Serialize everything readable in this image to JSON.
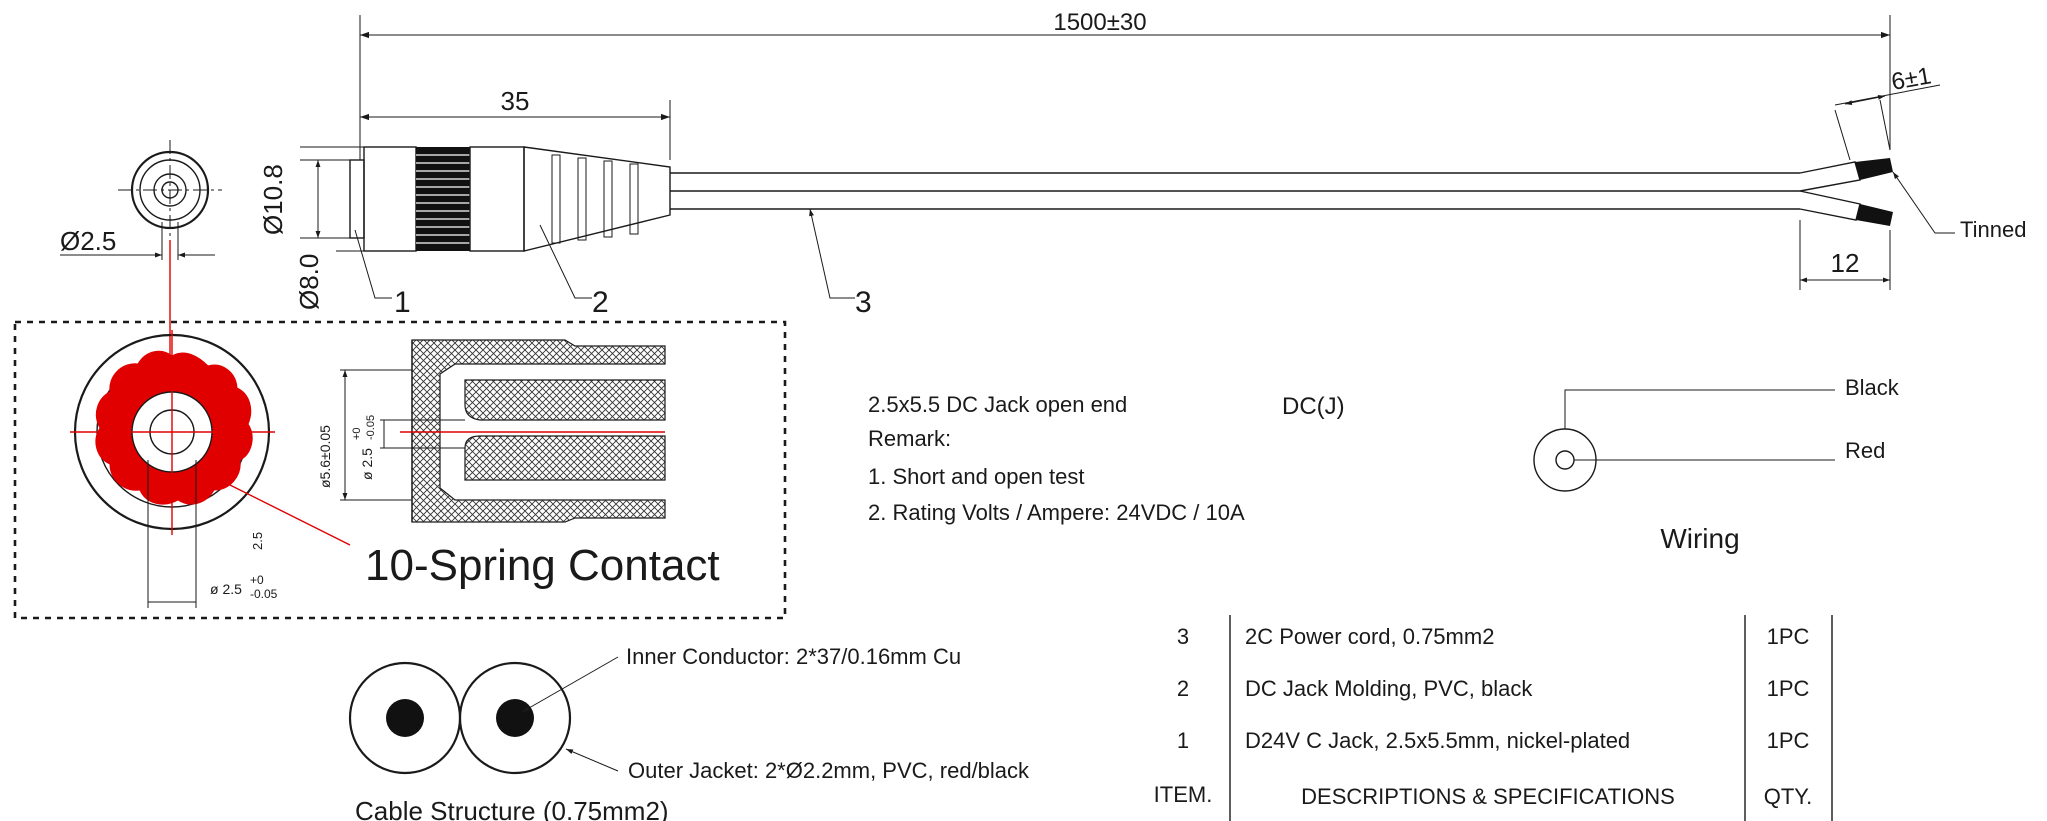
{
  "dimensions": {
    "overall_length": "1500±30",
    "jack_length": "35",
    "jack_diameter": "Ø10.8",
    "tip_diameter": "Ø8.0",
    "pin_diameter": "Ø2.5",
    "strip_length": "6±1",
    "split_length": "12",
    "tinned_label": "Tinned"
  },
  "callouts": {
    "c1": "1",
    "c2": "2",
    "c3": "3"
  },
  "detail": {
    "title": "10-Spring Contact",
    "outer_diameter": "ø5.6±0.05",
    "inner_diameter_main": "ø 2.5",
    "tol_upper": "+0",
    "tol_lower": "-0.05",
    "side_dim": "2.5",
    "bottom_dim_main": "ø 2.5",
    "bottom_tol_upper": "+0",
    "bottom_tol_lower": "-0.05"
  },
  "notes": {
    "line1": "2.5x5.5 DC Jack open end",
    "tag": "DC(J)",
    "line2": "Remark:",
    "line3": "1. Short and open test",
    "line4": "2. Rating Volts / Ampere: 24VDC / 10A"
  },
  "wiring": {
    "title": "Wiring",
    "wire1": "Black",
    "wire2": "Red"
  },
  "cable": {
    "title": "Cable Structure (0.75mm2)",
    "inner": "Inner Conductor: 2*37/0.16mm Cu",
    "outer": "Outer Jacket: 2*Ø2.2mm, PVC, red/black"
  },
  "bom": {
    "rows": [
      {
        "item": "3",
        "desc": "2C Power cord, 0.75mm2",
        "qty": "1PC"
      },
      {
        "item": "2",
        "desc": "DC Jack Molding, PVC, black",
        "qty": "1PC"
      },
      {
        "item": "1",
        "desc": "D24V C Jack, 2.5x5.5mm, nickel-plated",
        "qty": "1PC"
      }
    ],
    "header": {
      "item": "ITEM.",
      "desc": "DESCRIPTIONS & SPECIFICATIONS",
      "qty": "QTY."
    }
  }
}
